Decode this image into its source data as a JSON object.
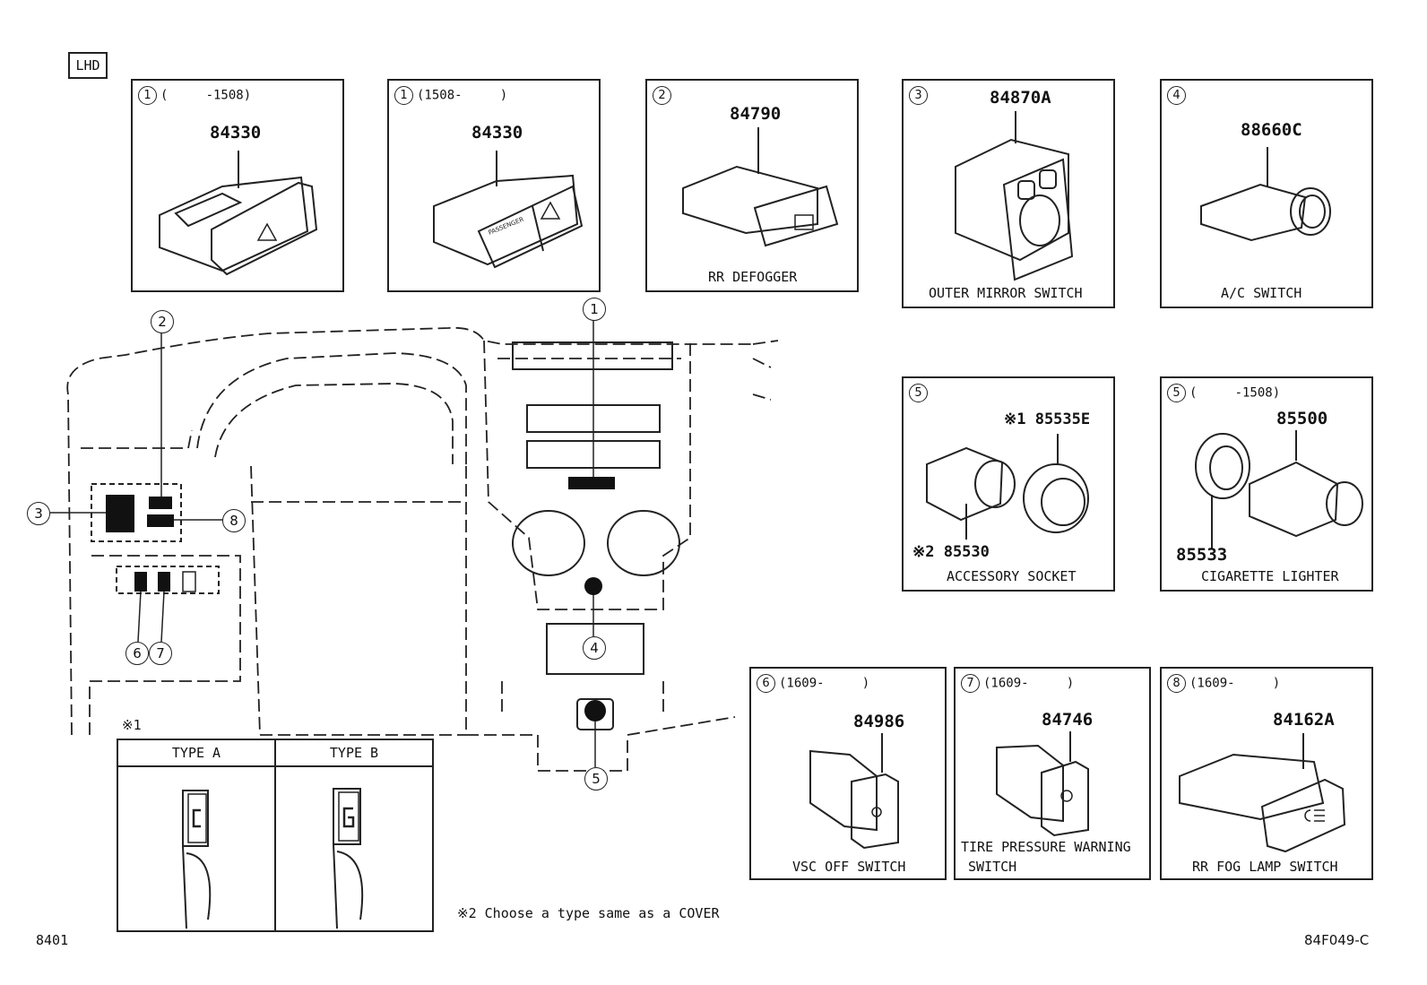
{
  "lhd_label": "LHD",
  "footer_left": "8401",
  "footer_right": "84F049-C",
  "note_2": "※2 Choose a type same as a COVER",
  "note_1_marker": "※1",
  "type_table": {
    "col_a": "TYPE A",
    "col_b": "TYPE B"
  },
  "panels": {
    "p1a": {
      "num": "1",
      "range": "(     -1508)",
      "part": "84330",
      "caption": ""
    },
    "p1b": {
      "num": "1",
      "range": "(1508-     )",
      "part": "84330",
      "caption": ""
    },
    "p2": {
      "num": "2",
      "range": "",
      "part": "84790",
      "caption": "RR DEFOGGER"
    },
    "p3": {
      "num": "3",
      "range": "",
      "part": "84870A",
      "caption": "OUTER MIRROR SWITCH"
    },
    "p4": {
      "num": "4",
      "range": "",
      "part": "88660C",
      "caption": "A/C SWITCH"
    },
    "p5a": {
      "num": "5",
      "range": "",
      "part_1": "※1 85535E",
      "part_2": "※2 85530",
      "caption": "ACCESSORY SOCKET"
    },
    "p5b": {
      "num": "5",
      "range": "(     -1508)",
      "part_1": "85500",
      "part_2": "85533",
      "caption": "CIGARETTE LIGHTER"
    },
    "p6": {
      "num": "6",
      "range": "(1609-     )",
      "part": "84986",
      "caption": "VSC OFF SWITCH"
    },
    "p7": {
      "num": "7",
      "range": "(1609-     )",
      "part": "84746",
      "caption_1": "TIRE PRESSURE WARNING",
      "caption_2": "SWITCH"
    },
    "p8": {
      "num": "8",
      "range": "(1609-     )",
      "part": "84162A",
      "caption": "RR FOG LAMP SWITCH"
    }
  },
  "switch_icons": {
    "passenger_label": "PASSENGER"
  },
  "callouts": [
    "1",
    "2",
    "3",
    "4",
    "5",
    "6",
    "7",
    "8"
  ]
}
